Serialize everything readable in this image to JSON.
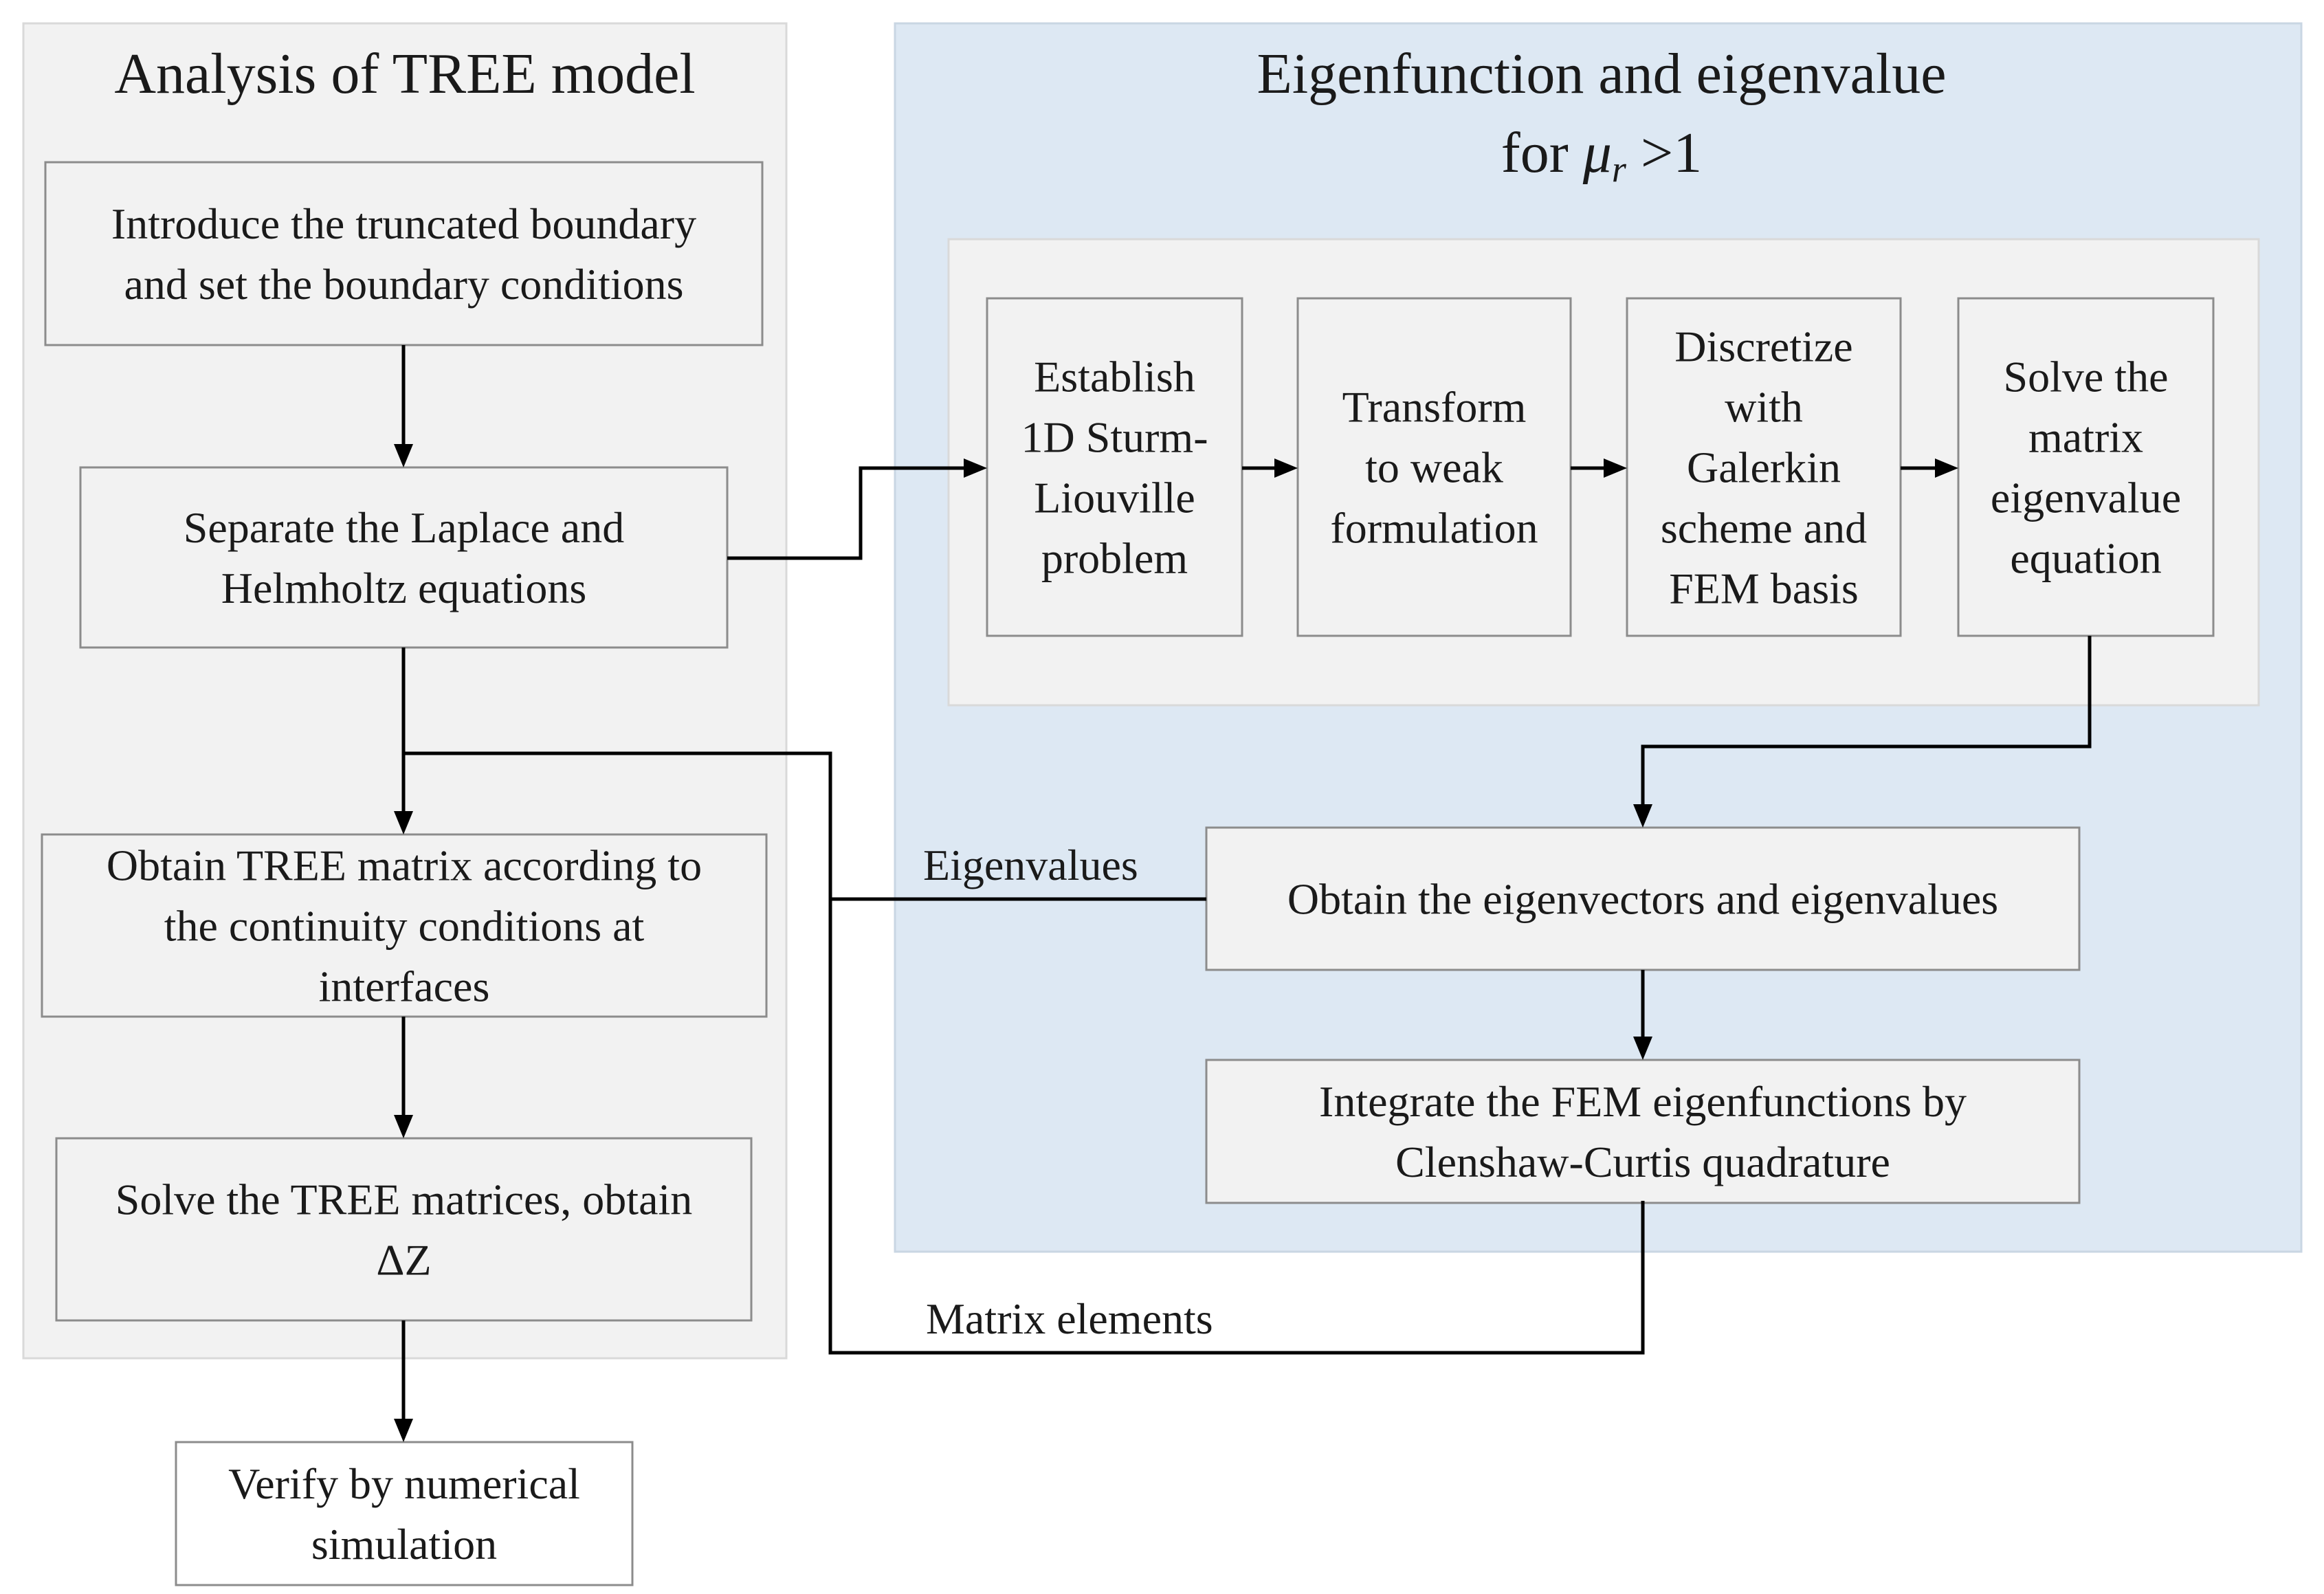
{
  "panels": {
    "left_title": "Analysis of TREE model",
    "right_title_line1": "Eigenfunction and eigenvalue",
    "right_title_prefix": "for ",
    "right_title_mu": "μ",
    "right_title_sub": "r",
    "right_title_suffix": " >1"
  },
  "boxes": {
    "truncated_boundary": [
      "Introduce the truncated boundary",
      "and set the boundary conditions"
    ],
    "separate_equations": [
      "Separate the Laplace and",
      "Helmholtz equations"
    ],
    "obtain_tree_matrix": [
      "Obtain TREE matrix according to",
      "the continuity conditions at",
      "interfaces"
    ],
    "solve_tree": [
      "Solve the TREE matrices, obtain",
      "ΔZ"
    ],
    "verify": [
      "Verify by numerical",
      "simulation"
    ],
    "sturm": [
      "Establish",
      "1D Sturm-",
      "Liouville",
      "problem"
    ],
    "weak": [
      "Transform",
      "to weak",
      "formulation"
    ],
    "galerkin": [
      "Discretize",
      "with",
      "Galerkin",
      "scheme and",
      "FEM basis"
    ],
    "solve_matrix": [
      "Solve the",
      "matrix",
      "eigenvalue",
      "equation"
    ],
    "eigenvectors": [
      "Obtain the eigenvectors and eigenvalues"
    ],
    "integrate": [
      "Integrate the FEM eigenfunctions by",
      "Clenshaw-Curtis quadrature"
    ]
  },
  "labels": {
    "eigenvalues": "Eigenvalues",
    "matrix_elements": "Matrix elements"
  },
  "colors": {
    "left_panel": "#f2f2f2",
    "right_panel": "#dde8f3",
    "box_fill": "#f2f2f2",
    "box_border": "#8c8c8c",
    "arrow": "#000000"
  }
}
